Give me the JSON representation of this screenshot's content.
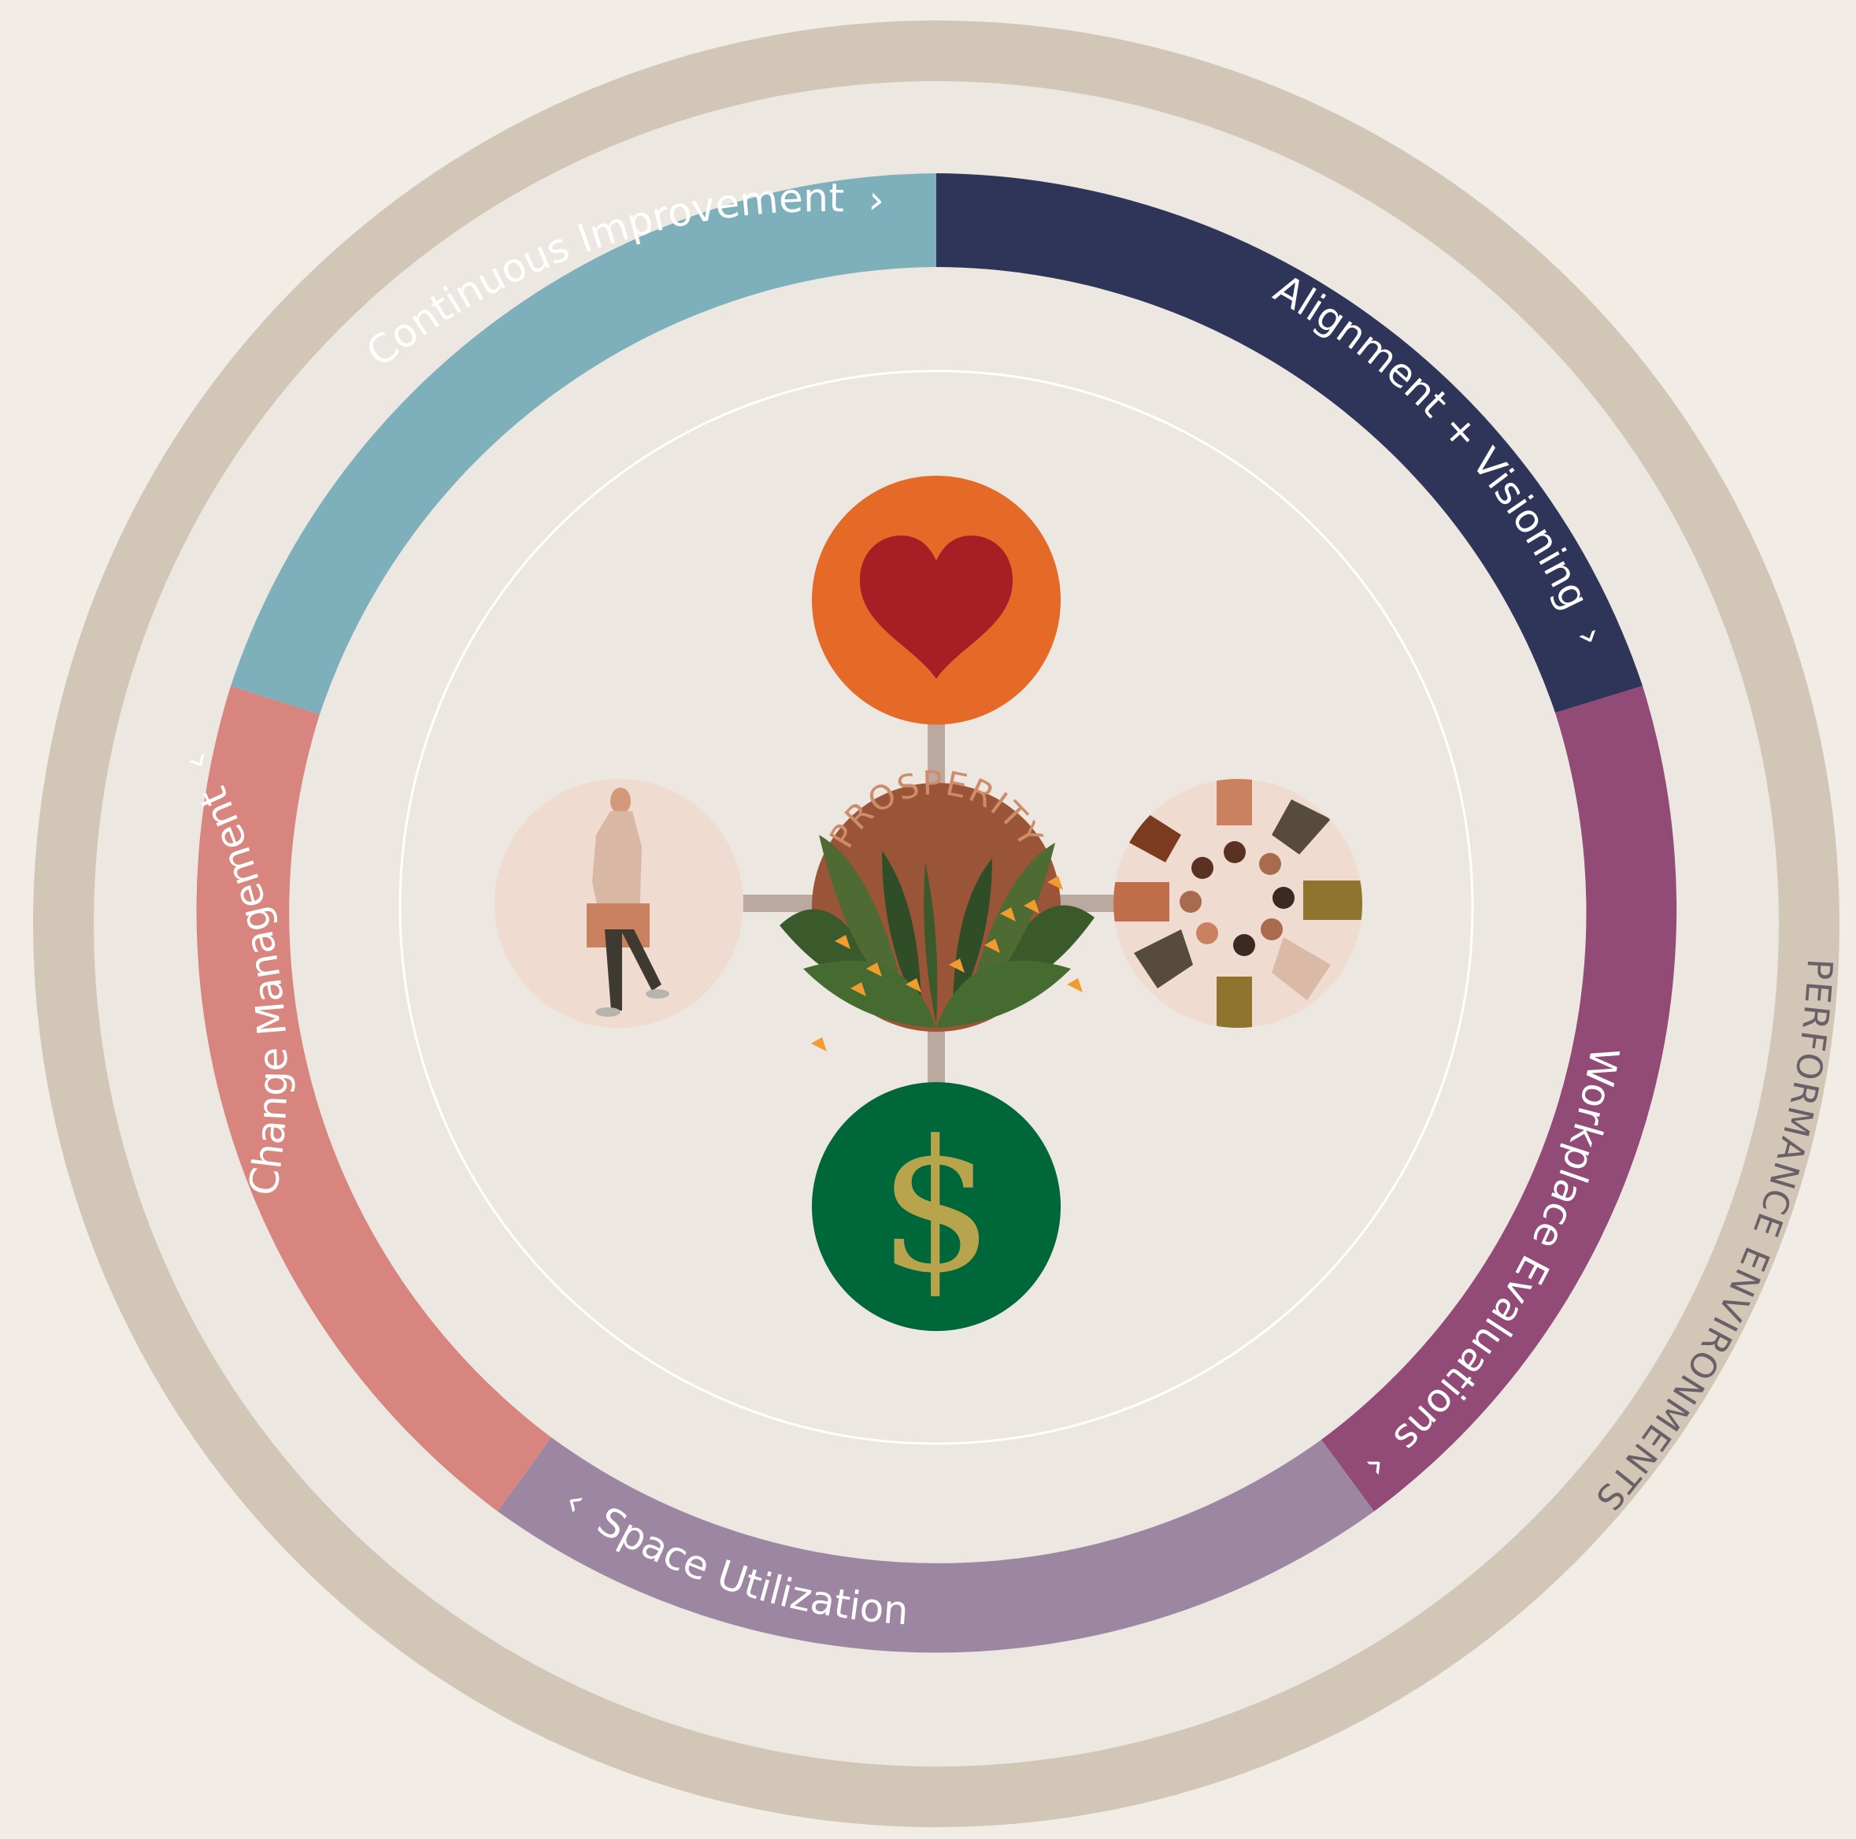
{
  "outer_ring": {
    "label": "PERFORMANCE ENVIRONMENTS"
  },
  "segments": [
    {
      "label": "Continuous Improvement",
      "chevron": "›",
      "color": "#7eb0bb"
    },
    {
      "label": "Alignment + Visioning",
      "chevron": "›",
      "color": "#2f3558"
    },
    {
      "label": "Workplace Evaluations",
      "chevron": "‹",
      "color": "#914b76"
    },
    {
      "label": "Space Utilization",
      "chevron": "‹",
      "color": "#9c86a1"
    },
    {
      "label": "Change Management",
      "chevron": "‹",
      "color": "#d7857e"
    }
  ],
  "center": {
    "label": "PROSPERITY",
    "color": "#9a5538"
  },
  "nodes": {
    "top": {
      "icon": "heart-icon",
      "color": "#e56927",
      "icon_color": "#a61f24"
    },
    "bottom": {
      "icon": "dollar-icon",
      "symbol": "$",
      "color": "#00673a",
      "icon_color": "#b7a44d"
    },
    "left": {
      "icon": "walking-person-icon",
      "color": "#efdbd0"
    },
    "right": {
      "icon": "team-circle-icon",
      "color": "#efdbd0"
    }
  },
  "colors": {
    "background": "#f1ece6",
    "outer_ring": "#d2c6b7",
    "inner_fill": "#ece7e1",
    "connector": "#bba9a0"
  }
}
